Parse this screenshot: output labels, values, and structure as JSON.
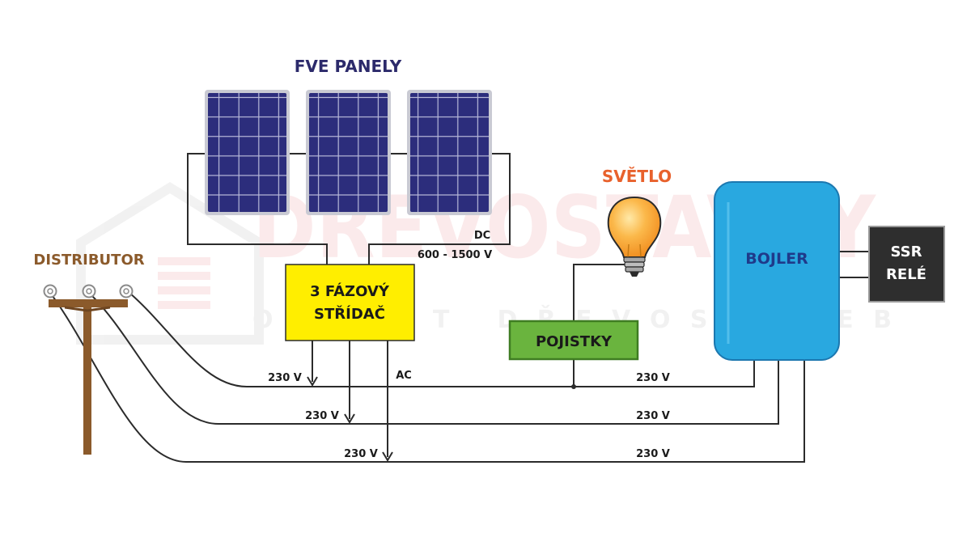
{
  "title": "FVE PANELY",
  "watermark": {
    "brand": "DŘEVOSTAVBY",
    "slogan": "O SVĚT DŘEVOSTAVEB"
  },
  "components": {
    "distributor": "DISTRIBUTOR",
    "inverter_line1": "3 FÁZOVÝ",
    "inverter_line2": "STŘÍDAČ",
    "light": "SVĚTLO",
    "fuses": "POJISTKY",
    "boiler": "BOJLER",
    "relay_line1": "SSR",
    "relay_line2": "RELÉ"
  },
  "labels": {
    "dc": "DC",
    "dc_range": "600 - 1500 V",
    "ac": "AC",
    "phase_voltage": "230 V"
  },
  "colors": {
    "title": "#2c2a6b",
    "distributor": "#8b5a2b",
    "light": "#e8612c",
    "boiler_text": "#1f3a8a",
    "inverter_fill": "#ffee00",
    "fuses_fill": "#6ab43e",
    "boiler_fill": "#29a8e0",
    "relay_fill": "#2e2e2e",
    "pole": "#8b5a2b",
    "panel": "#2c2d7c",
    "watermark_red": "#d8232a",
    "watermark_grey": "#6b6b6b"
  }
}
